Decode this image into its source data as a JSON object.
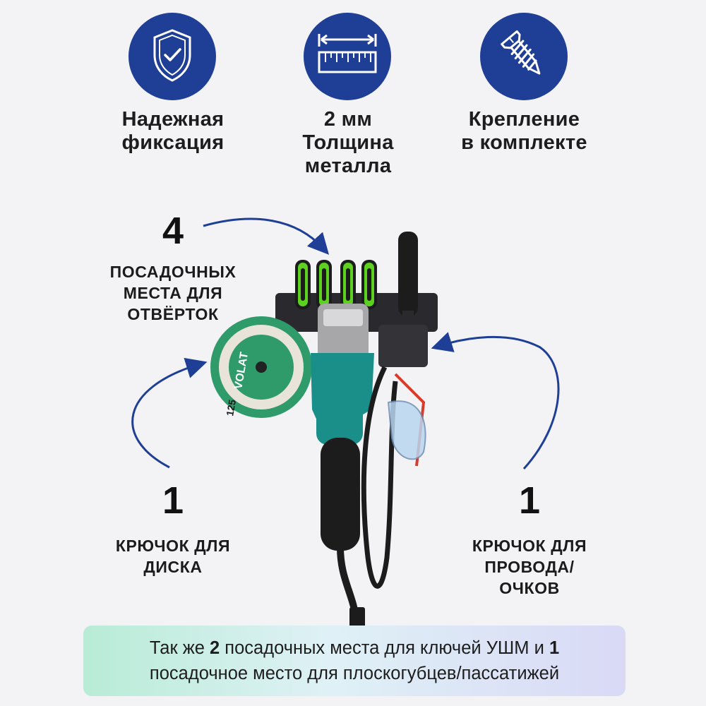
{
  "features": [
    {
      "icon": "shield-check-icon",
      "lines": [
        "Надежная",
        "фиксация"
      ]
    },
    {
      "icon": "ruler-icon",
      "lines": [
        "2 мм",
        "Толщина",
        "металла"
      ]
    },
    {
      "icon": "screw-icon",
      "lines": [
        "Крепление",
        "в комплекте"
      ]
    }
  ],
  "callouts": {
    "screwdrivers": {
      "number": "4",
      "lines": [
        "ПОСАДОЧНЫХ",
        "МЕСТА ДЛЯ",
        "ОТВЁРТОК"
      ]
    },
    "disc_hook": {
      "number": "1",
      "lines": [
        "КРЮЧОК ДЛЯ",
        "ДИСКА"
      ]
    },
    "wire_hook": {
      "number": "1",
      "lines": [
        "КРЮЧОК ДЛЯ",
        "ПРОВОДА/",
        "ОЧКОВ"
      ]
    }
  },
  "product": {
    "disc_brand": "VOLAT",
    "disc_size": "125"
  },
  "bottom_note": {
    "line1_a": "Так же ",
    "line1_num1": "2",
    "line1_b": " посадочных места для ключей УШМ и ",
    "line1_num2": "1",
    "line2": "посадочное место для плоскогубцев/пассатижей"
  },
  "colors": {
    "icon_circle": "#1f3f96",
    "arrow": "#1f3f96",
    "grinder_body": "#1a8f8a",
    "screwdriver_accent": "#5cd11f"
  }
}
